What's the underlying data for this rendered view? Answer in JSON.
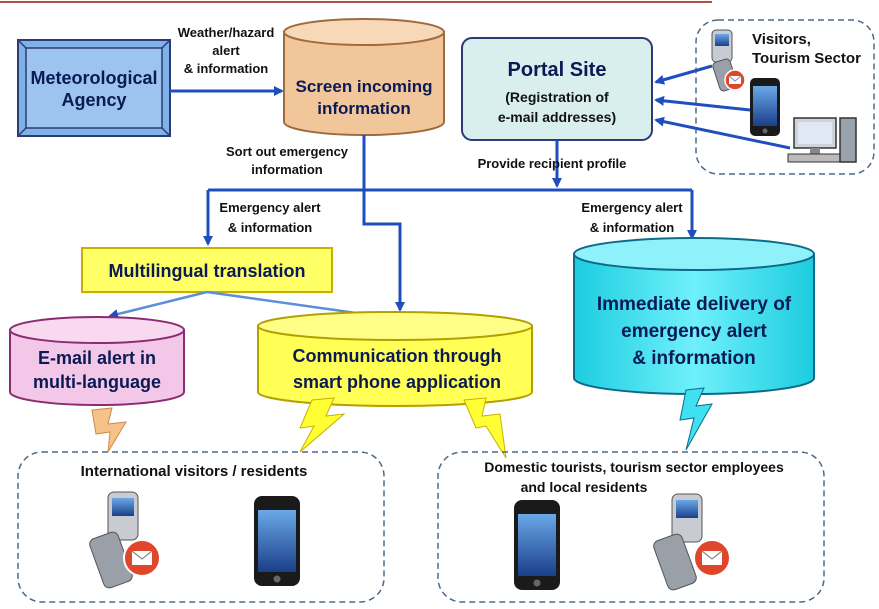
{
  "agency": {
    "label_lines": [
      "Meteorological",
      "Agency"
    ]
  },
  "edge_agency_screen": {
    "lines": [
      "Weather/hazard",
      "alert",
      "& information"
    ]
  },
  "screen": {
    "lines": [
      "Screen incoming",
      "information"
    ]
  },
  "sort_label": {
    "lines": [
      "Sort out emergency",
      "information"
    ]
  },
  "portal": {
    "title": "Portal Site",
    "subtitle_lines": [
      "(Registration of",
      "e-mail addresses)"
    ]
  },
  "visitors": {
    "lines": [
      "Visitors,",
      "Tourism Sector"
    ]
  },
  "profile_label": {
    "text": "Provide recipient profile"
  },
  "emergency_left": {
    "lines": [
      "Emergency alert",
      "& information"
    ]
  },
  "emergency_right": {
    "lines": [
      "Emergency alert",
      "& information"
    ]
  },
  "translation": {
    "label": "Multilingual translation"
  },
  "email_alert": {
    "lines": [
      "E-mail alert in",
      "multi-language"
    ]
  },
  "smartphone": {
    "lines": [
      "Communication through",
      "smart phone application"
    ]
  },
  "immediate": {
    "lines": [
      "Immediate delivery of",
      "emergency alert",
      "& information"
    ]
  },
  "group_left": {
    "label": "International visitors / residents"
  },
  "group_right": {
    "lines": [
      "Domestic tourists,  tourism sector employees",
      "and local residents"
    ]
  },
  "colors": {
    "agency_fill": "#7fb2e6",
    "screen_fill": "#f2c69b",
    "portal_fill": "#d9efee",
    "translation_fill": "#ffff66",
    "email_fill": "#f3c7e8",
    "smartphone_fill": "#ffff55",
    "immediate_fill": "#3fe0f0",
    "arrow": "#1f4fbf"
  },
  "icons": [
    "flip-phone-icon",
    "smartphone-icon",
    "desktop-computer-icon",
    "mail-badge-icon",
    "lightning-bolt-icon"
  ]
}
